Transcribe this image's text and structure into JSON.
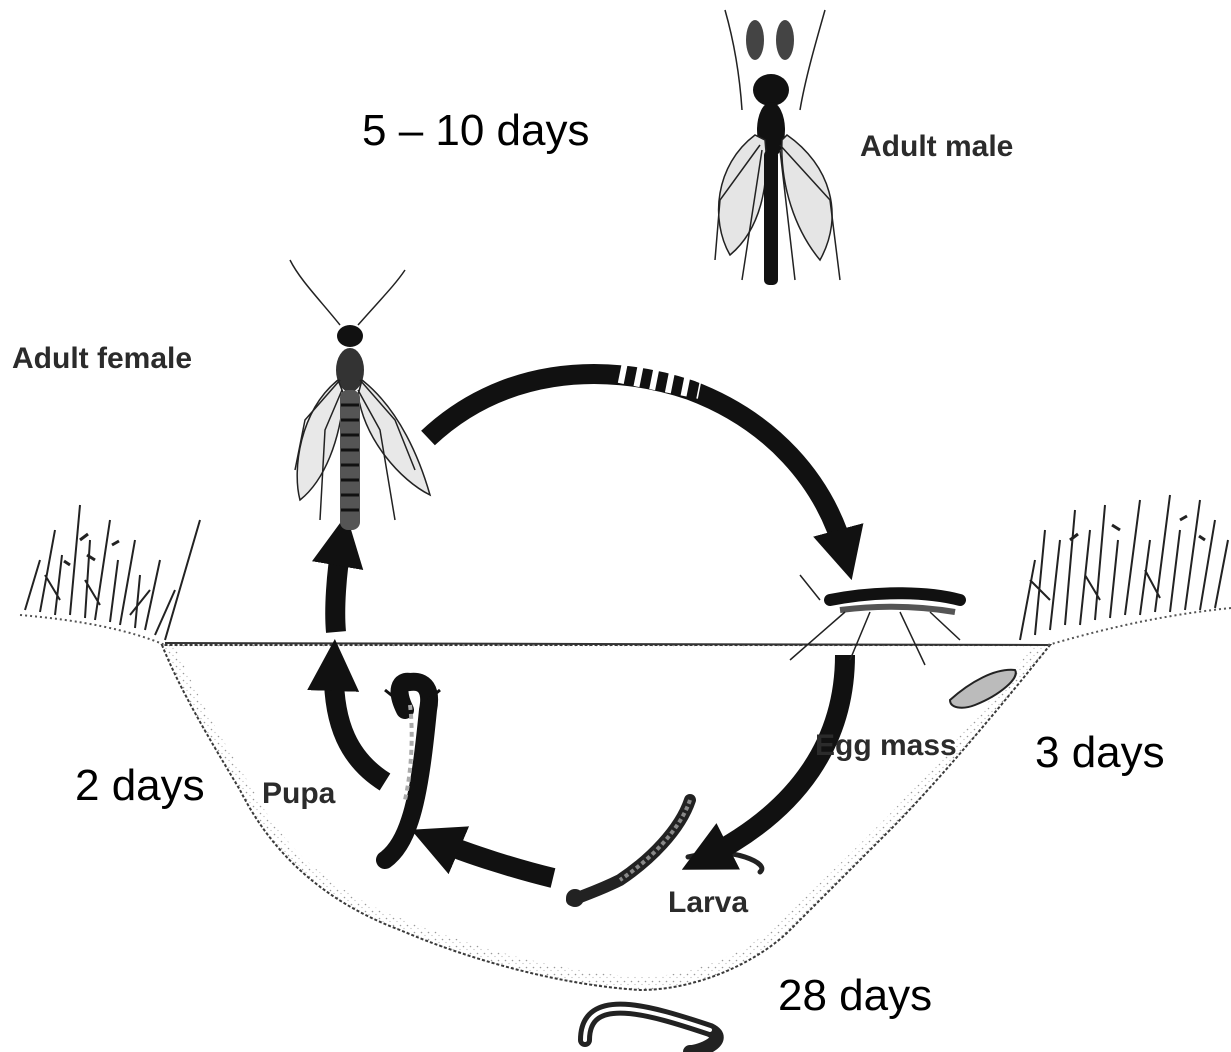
{
  "stages": {
    "adult_male": "Adult male",
    "adult_female": "Adult female",
    "egg_mass": "Egg mass",
    "larva": "Larva",
    "pupa": "Pupa"
  },
  "durations": {
    "adult": "5 – 10 days",
    "egg": "3 days",
    "larva": "28 days",
    "pupa": "2 days"
  },
  "colors": {
    "ink": "#111111",
    "label": "#2b2b2b",
    "water_line": "#333333"
  }
}
